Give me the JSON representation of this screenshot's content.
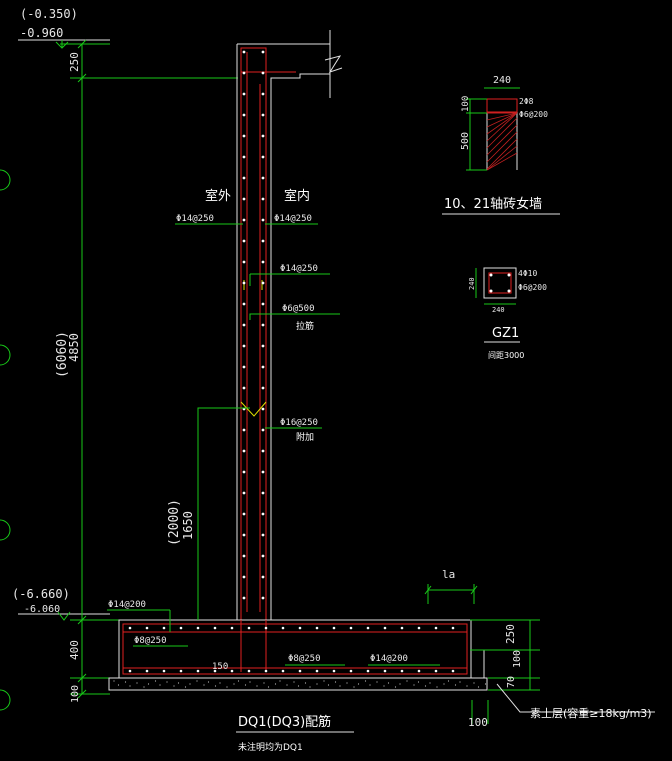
{
  "left_elevations": {
    "top_paren": "(-0.350)",
    "top": "-0.960",
    "bottom_paren": "(-6.660)",
    "bottom": "-6.060"
  },
  "dimensions": {
    "d250_top": "250",
    "d4850": "4850",
    "d6060": "(6060)",
    "d400": "400",
    "d100": "100",
    "d2000": "(2000)",
    "d1650": "1650",
    "d150": "150",
    "la": "la",
    "r250": "250",
    "r100": "100",
    "r70": "70",
    "b100": "100"
  },
  "wall_labels": {
    "outside": "室外",
    "inside": "室内",
    "rebar_out": "Φ14@250",
    "rebar_in": "Φ14@250",
    "rebar_mid": "Φ14@250",
    "rebar_6_500": "Φ6@500",
    "tie": "拉筋",
    "rebar_16_250": "Φ16@250",
    "rebar_16_note": "附加",
    "base_top": "Φ14@200",
    "base_8_250": "Φ8@250",
    "base_8_250b": "Φ8@250",
    "base_14_200b": "Φ14@200",
    "fill_note": "素土层(容重≥18kg/m3)"
  },
  "section_wall": {
    "w240": "240",
    "h100": "100",
    "h500": "500",
    "bars": "2Φ8",
    "stirrup": "Φ6@200",
    "title": "10、21轴砖女墙"
  },
  "section_gz1": {
    "w240": "240",
    "h240": "240",
    "bars": "4Φ10",
    "stirrup": "Φ6@200",
    "title": "GZ1",
    "note": "间距3000"
  },
  "main_title": "DQ1(DQ3)配筋",
  "subtitle": "未注明均为DQ1"
}
